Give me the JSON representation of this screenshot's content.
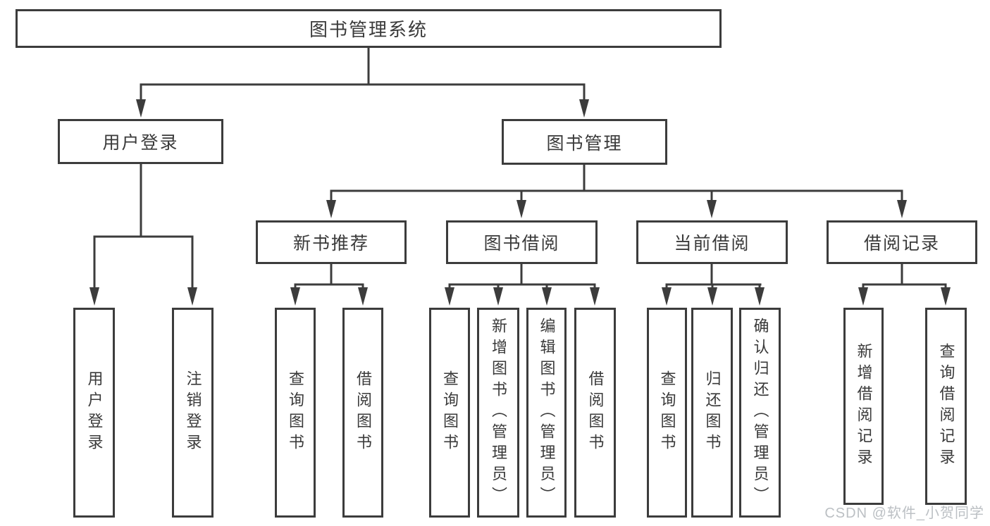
{
  "diagram_type": "hierarchy-tree",
  "colors": {
    "line": "#3c3c3c",
    "box_border": "#3c3c3c",
    "box_fill": "#ffffff",
    "text": "#3a3a3a",
    "watermark": "#bcc0c4",
    "background": "#ffffff"
  },
  "watermark": {
    "text": "CSDN @软件_小贺同学"
  },
  "tree": {
    "label": "图书管理系统",
    "children": [
      {
        "label": "用户登录",
        "children": [
          {
            "label": "用户登录"
          },
          {
            "label": "注销登录"
          }
        ]
      },
      {
        "label": "图书管理",
        "children": [
          {
            "label": "新书推荐",
            "children": [
              {
                "label": "查询图书"
              },
              {
                "label": "借阅图书"
              }
            ]
          },
          {
            "label": "图书借阅",
            "children": [
              {
                "label": "查询图书"
              },
              {
                "label": "新增图书（管理员）"
              },
              {
                "label": "编辑图书（管理员）"
              },
              {
                "label": "借阅图书"
              }
            ]
          },
          {
            "label": "当前借阅",
            "children": [
              {
                "label": "查询图书"
              },
              {
                "label": "归还图书"
              },
              {
                "label": "确认归还（管理员）"
              }
            ]
          },
          {
            "label": "借阅记录",
            "children": [
              {
                "label": "新增借阅记录"
              },
              {
                "label": "查询借阅记录"
              }
            ]
          }
        ]
      }
    ]
  }
}
